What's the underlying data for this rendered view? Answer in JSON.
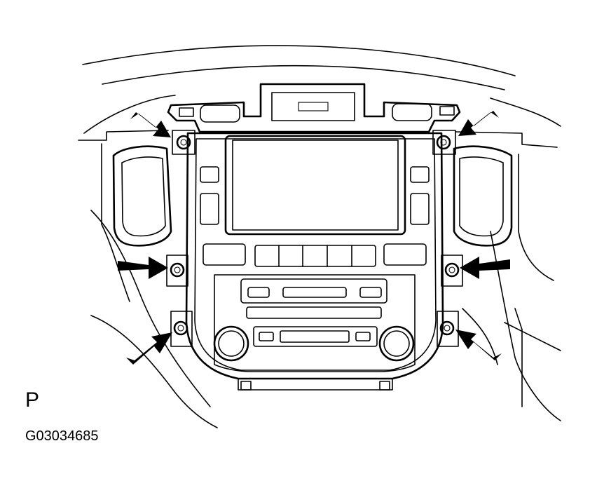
{
  "diagram": {
    "view_label": "P",
    "figure_code": "G03034685",
    "arrow_count": 6,
    "ink_color": "#000000",
    "background_color": "#ffffff"
  }
}
